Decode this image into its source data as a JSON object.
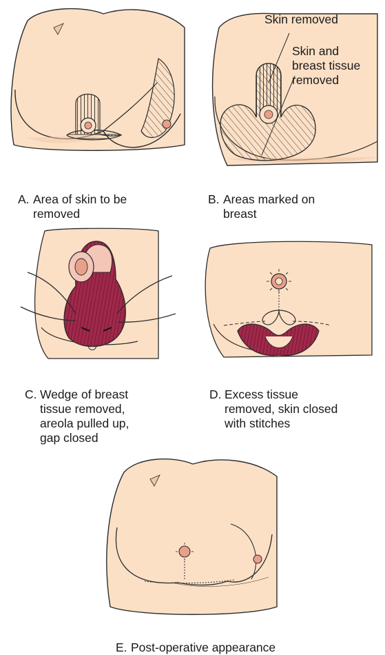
{
  "panels": [
    {
      "id": "A",
      "letter": "A.",
      "caption": "Area of skin to be\nremoved"
    },
    {
      "id": "B",
      "letter": "B.",
      "caption": "Areas marked on\nbreast"
    },
    {
      "id": "C",
      "letter": "C.",
      "caption": "Wedge of breast\ntissue removed,\nareola pulled up,\ngap closed"
    },
    {
      "id": "D",
      "letter": "D.",
      "caption": "Excess tissue\nremoved, skin closed\nwith stitches"
    },
    {
      "id": "E",
      "letter": "E.",
      "caption": "Post-operative appearance"
    }
  ],
  "callouts": {
    "skin_removed": "Skin removed",
    "skin_and_tissue_removed": "Skin and\nbreast tissue\nremoved"
  },
  "colors": {
    "skin": "#fbe0c6",
    "skin_shadow": "#f2c7a6",
    "outline": "#2b2b2b",
    "areola": "#e8a08a",
    "tissue": "#a0294a",
    "tissue_light": "#f3c6b8"
  }
}
